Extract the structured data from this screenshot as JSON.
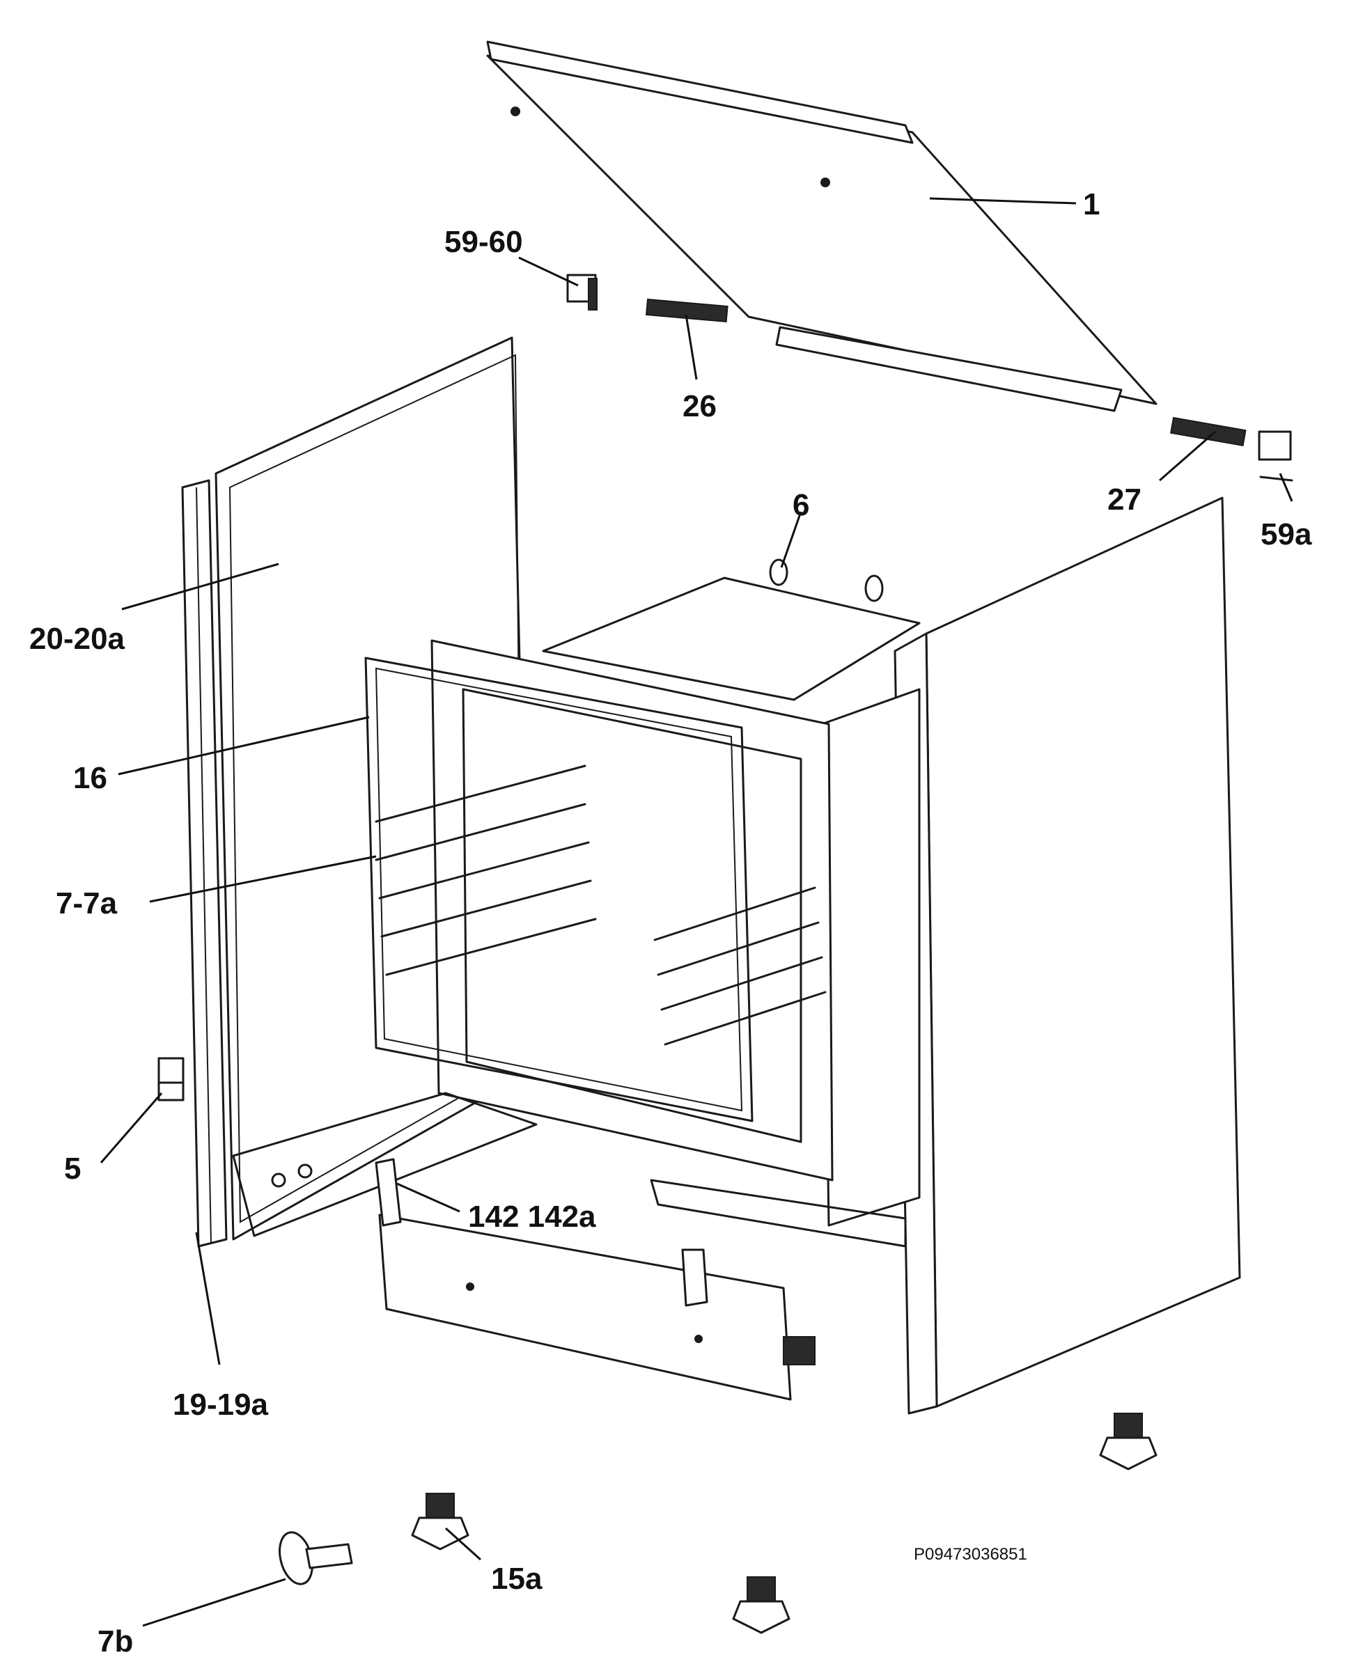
{
  "drawing_code": "P09473036851",
  "callouts": [
    {
      "id": "1",
      "label": "1"
    },
    {
      "id": "59-60",
      "label": "59-60"
    },
    {
      "id": "26",
      "label": "26"
    },
    {
      "id": "27",
      "label": "27"
    },
    {
      "id": "59a",
      "label": "59a"
    },
    {
      "id": "6",
      "label": "6"
    },
    {
      "id": "20-20a",
      "label": "20-20a"
    },
    {
      "id": "16",
      "label": "16"
    },
    {
      "id": "7-7a",
      "label": "7-7a"
    },
    {
      "id": "5",
      "label": "5"
    },
    {
      "id": "142-142a",
      "label": "142 142a"
    },
    {
      "id": "19-19a",
      "label": "19-19a"
    },
    {
      "id": "15a",
      "label": "15a"
    },
    {
      "id": "7b",
      "label": "7b"
    }
  ]
}
